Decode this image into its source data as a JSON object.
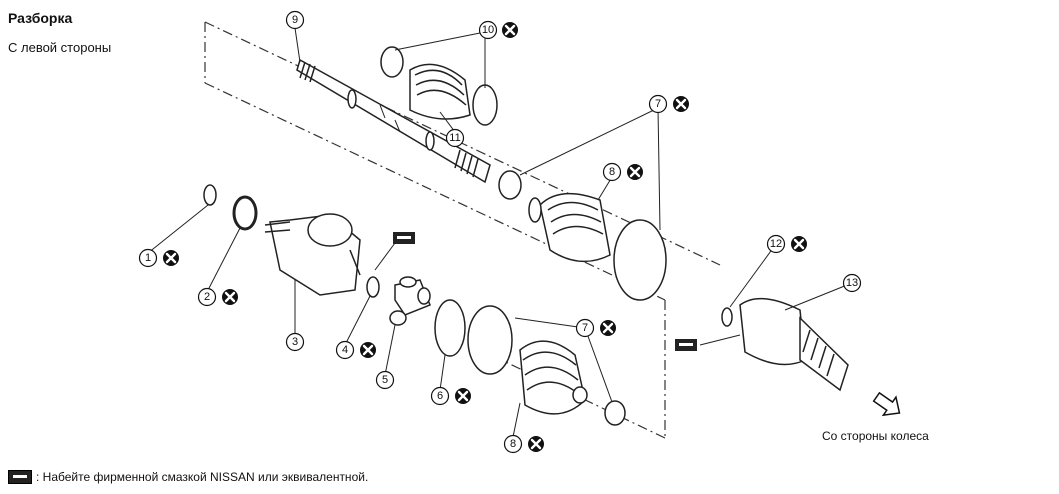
{
  "header": {
    "title": "Разборка",
    "subtitle": "С левой стороны"
  },
  "direction_label": "Со стороны колеса",
  "legend": {
    "grease_note": ": Набейте фирменной смазкой NISSAN или эквивалентной."
  },
  "callouts": {
    "n1": "1",
    "n2": "2",
    "n3": "3",
    "n4": "4",
    "n5": "5",
    "n6": "6",
    "n7a": "7",
    "n7b": "7",
    "n8a": "8",
    "n8b": "8",
    "n9": "9",
    "n10": "10",
    "n11": "11",
    "n12": "12",
    "n13": "13"
  },
  "icons": {
    "replace": "replace-x-icon",
    "grease": "grease-icon",
    "arrow": "arrow-right-icon"
  }
}
